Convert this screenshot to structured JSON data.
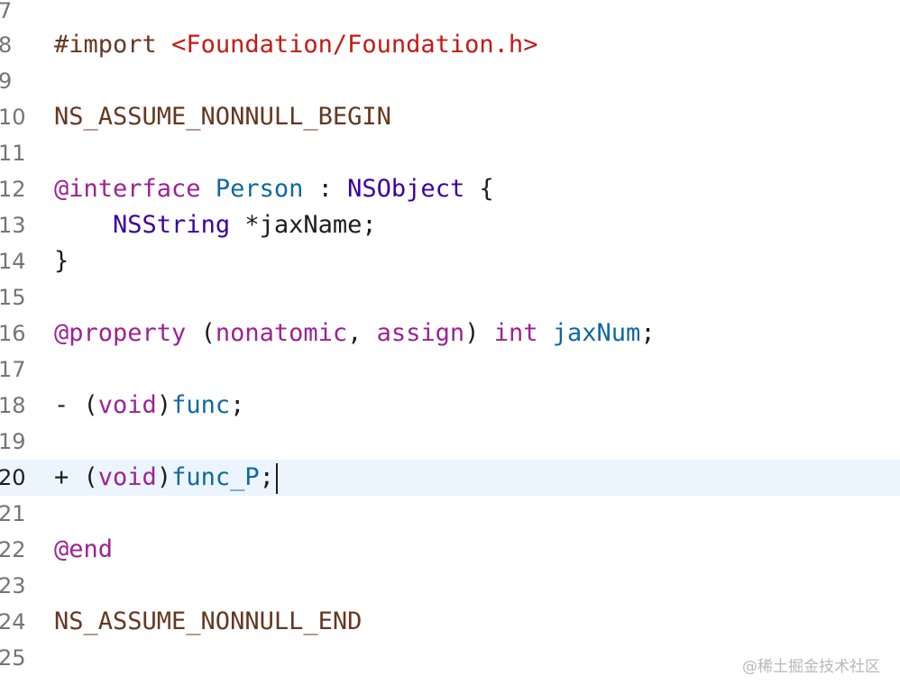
{
  "lines": [
    {
      "number": "7",
      "tokens": []
    },
    {
      "number": "8",
      "tokens": [
        "#import",
        " ",
        "<Foundation/Foundation.h>"
      ]
    },
    {
      "number": "9",
      "tokens": []
    },
    {
      "number": "10",
      "tokens": [
        "NS_ASSUME_NONNULL_BEGIN"
      ]
    },
    {
      "number": "11",
      "tokens": []
    },
    {
      "number": "12",
      "tokens": [
        "@interface",
        " ",
        "Person",
        " : ",
        "NSObject",
        " {"
      ]
    },
    {
      "number": "13",
      "tokens": [
        "    ",
        "NSString",
        " *jaxName;"
      ]
    },
    {
      "number": "14",
      "tokens": [
        "}"
      ]
    },
    {
      "number": "15",
      "tokens": []
    },
    {
      "number": "16",
      "tokens": [
        "@property",
        " (",
        "nonatomic",
        ", ",
        "assign",
        ") ",
        "int",
        " ",
        "jaxNum",
        ";"
      ]
    },
    {
      "number": "17",
      "tokens": []
    },
    {
      "number": "18",
      "tokens": [
        "- (",
        "void",
        ")",
        "func",
        ";"
      ]
    },
    {
      "number": "19",
      "tokens": []
    },
    {
      "number": "20",
      "tokens": [
        "+ (",
        "void",
        ")",
        "func_P",
        ";"
      ]
    },
    {
      "number": "21",
      "tokens": []
    },
    {
      "number": "22",
      "tokens": [
        "@end"
      ]
    },
    {
      "number": "23",
      "tokens": []
    },
    {
      "number": "24",
      "tokens": [
        "NS_ASSUME_NONNULL_END"
      ]
    },
    {
      "number": "25",
      "tokens": []
    }
  ],
  "current_line": "20",
  "watermark": "@稀土掘金技术社区",
  "colors": {
    "preprocessor": "#643820",
    "string": "#c41a16",
    "keyword": "#9b2393",
    "class_name": "#0f68a0",
    "type": "#3900a0",
    "member": "#0f68a0",
    "plain": "#1d1d1d",
    "line_number": "#747478",
    "current_line_bg": "#ecf5fd"
  }
}
